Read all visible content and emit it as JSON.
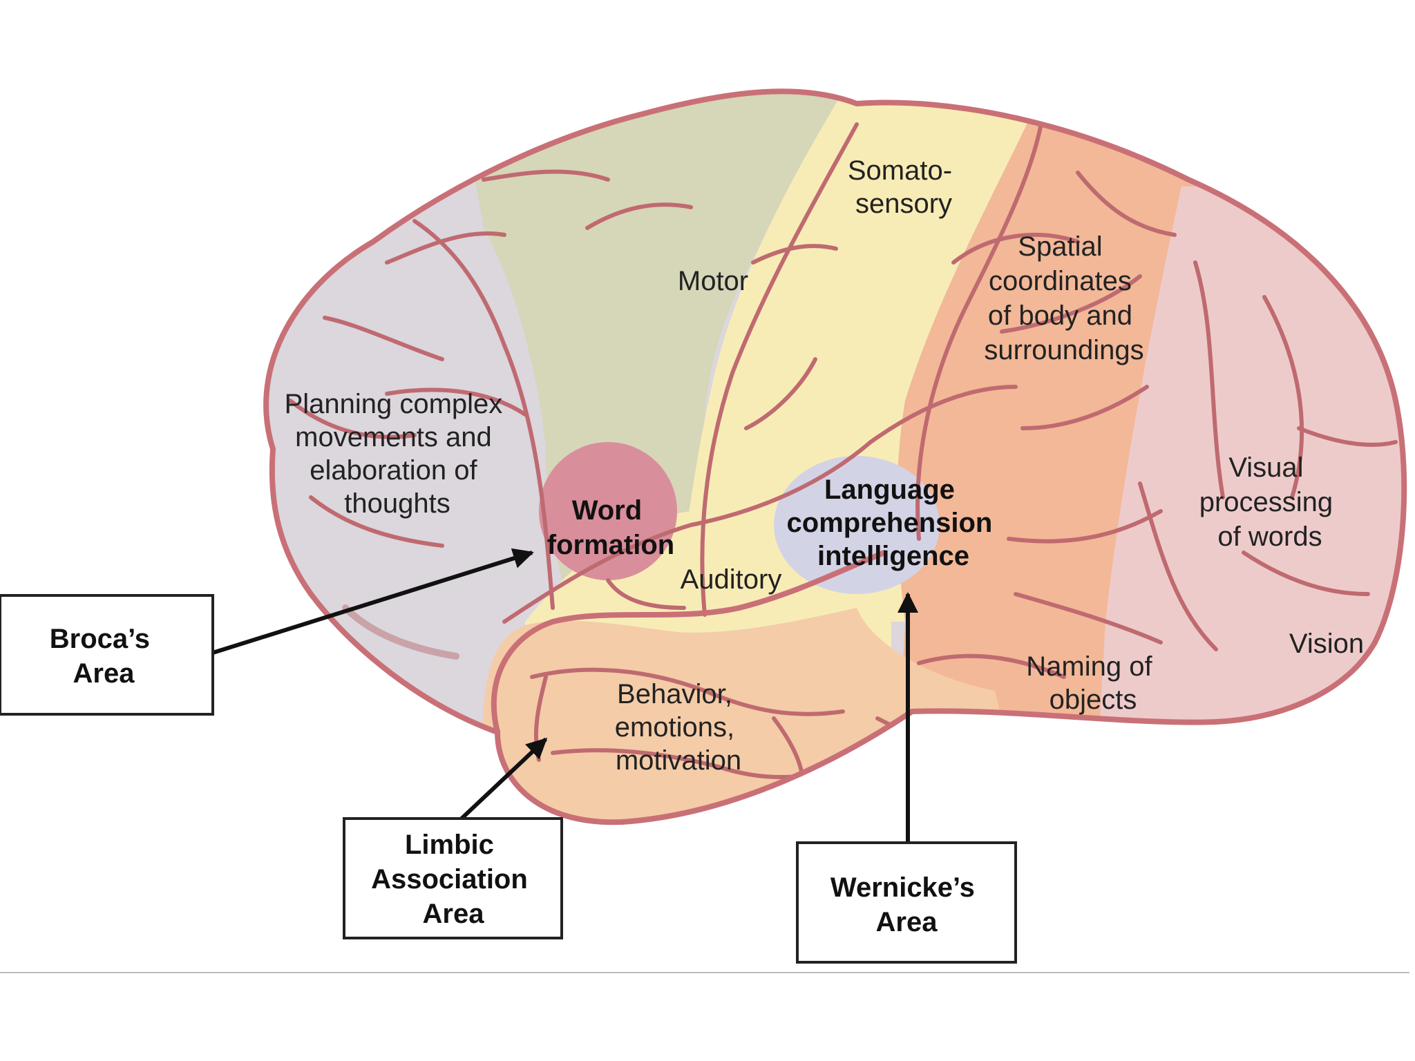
{
  "colors": {
    "outline": "#c97077",
    "frontal": "#dcd6dd",
    "motor": "#d6d6b8",
    "somatosensory": "#f8ecb6",
    "parietal": "#f2b898",
    "occipital": "#eecbcb",
    "temporal": "#f4cca8",
    "broca": "#d98e9c",
    "wernicke": "#d3d3e6"
  },
  "regions": {
    "planning": [
      "Planning complex",
      "movements and",
      "elaboration of",
      "thoughts"
    ],
    "motor": [
      "Motor"
    ],
    "somatosensory": [
      "Somato-",
      "sensory"
    ],
    "spatial": [
      "Spatial",
      "coordinates",
      "of body and",
      "surroundings"
    ],
    "visual_words": [
      "Visual",
      "processing",
      "of words"
    ],
    "vision": [
      "Vision"
    ],
    "word_formation": [
      "Word",
      "formation"
    ],
    "language": [
      "Language",
      "comprehension",
      "intelligence"
    ],
    "auditory": [
      "Auditory"
    ],
    "behavior": [
      "Behavior,",
      "emotions,",
      "motivation"
    ],
    "naming": [
      "Naming of",
      "objects"
    ]
  },
  "callouts": {
    "broca": [
      "Broca’s",
      "Area"
    ],
    "limbic": [
      "Limbic",
      "Association",
      "Area"
    ],
    "wernicke": [
      "Wernicke’s",
      "Area"
    ]
  }
}
